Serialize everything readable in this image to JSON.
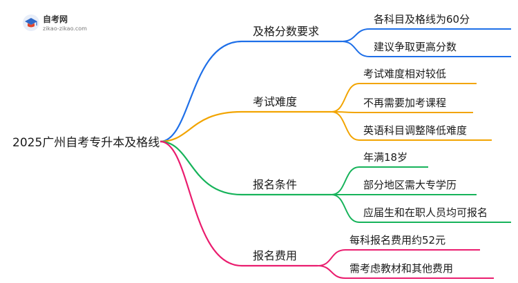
{
  "logo": {
    "title": "自考网",
    "url": "zikao-zikao.com",
    "icon": "graduation-cap-icon"
  },
  "colors": {
    "blue": "#1e6fe8",
    "orange": "#f2a400",
    "green": "#16b35a",
    "pink": "#ea1c6e"
  },
  "mindmap": {
    "root": "2025广州自考专升本及格线",
    "branches": [
      {
        "label": "及格分数要求",
        "color": "blue",
        "children": [
          "各科目及格线为60分",
          "建议争取更高分数"
        ]
      },
      {
        "label": "考试难度",
        "color": "orange",
        "children": [
          "考试难度相对较低",
          "不再需要加考课程",
          "英语科目调整降低难度"
        ]
      },
      {
        "label": "报名条件",
        "color": "green",
        "children": [
          "年满18岁",
          "部分地区需大专学历",
          "应届生和在职人员均可报名"
        ]
      },
      {
        "label": "报名费用",
        "color": "pink",
        "children": [
          "每科报名费用约52元",
          "需考虑教材和其他费用"
        ]
      }
    ]
  }
}
